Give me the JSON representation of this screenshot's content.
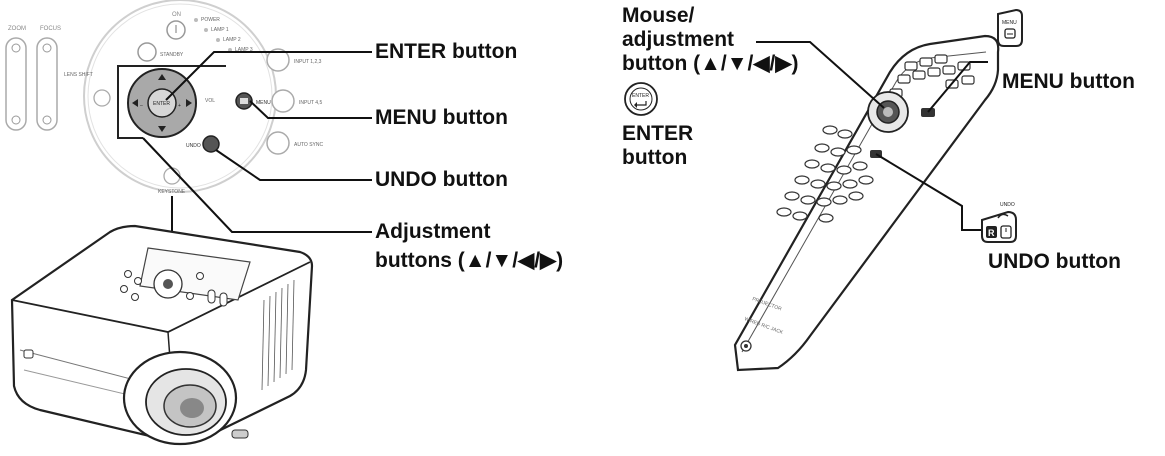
{
  "left": {
    "callouts": {
      "enter": "ENTER button",
      "menu": "MENU button",
      "undo": "UNDO button",
      "adjust_line1": "Adjustment",
      "adjust_line2": "buttons (▲/▼/◀/▶)"
    },
    "panel_text": {
      "on": "ON",
      "power": "POWER",
      "lamp1": "LAMP 1",
      "lamp2": "LAMP 2",
      "lamp3": "LAMP 3",
      "standby": "STANDBY",
      "input123": "INPUT 1,2,3",
      "input45": "INPUT 4,5",
      "auto_sync": "AUTO SYNC",
      "menu": "MENU",
      "undo": "UNDO",
      "keystone": "KEYSTONE",
      "enter": "ENTER",
      "zoom": "ZOOM",
      "focus": "FOCUS",
      "lens_shift": "LENS SHIFT",
      "vol": "VOL"
    }
  },
  "right": {
    "callouts": {
      "mouse_line1": "Mouse/",
      "mouse_line2": "adjustment",
      "mouse_line3": "button (▲/▼/◀/▶)",
      "enter_line1": "ENTER",
      "enter_line2": "button",
      "menu": "MENU button",
      "undo": "UNDO button"
    },
    "icon_text": {
      "enter": "ENTER",
      "menu": "MENU",
      "undo": "UNDO"
    },
    "remote_text": {
      "projector": "PROJECTOR",
      "wired_jack": "WIRED R/C JACK"
    }
  },
  "colors": {
    "leader": "#111111",
    "panel_ring": "#c8c8c8",
    "enter_pad": "#a8a8a8"
  }
}
